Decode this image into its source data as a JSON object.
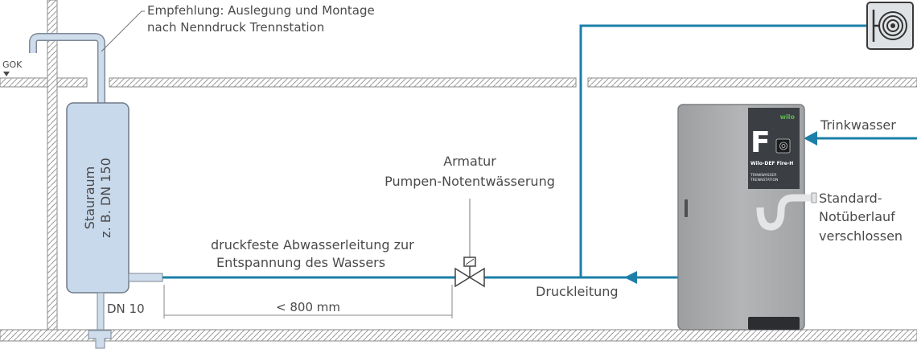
{
  "labels": {
    "recommendation_line1": "Empfehlung: Auslegung und Montage",
    "recommendation_line2": "nach Nenndruck Trennstation",
    "gok": "GOK",
    "stauraum_line1": "Stauraum",
    "stauraum_line2": "z. B. DN 150",
    "dn10": "DN 10",
    "distance": "< 800 mm",
    "abwasser_line1": "druckfeste Abwasserleitung zur",
    "abwasser_line2": "Entspannung des Wassers",
    "armatur_line1": "Armatur",
    "armatur_line2": "Pumpen-Notentwässerung",
    "druckleitung": "Druckleitung",
    "trinkwasser": "Trinkwasser",
    "overflow_line1": "Standard-",
    "overflow_line2": "Notüberlauf",
    "overflow_line3": "verschlossen"
  },
  "unit": {
    "brand": "wilo",
    "letter": "F",
    "model": "Wilo-DEF Fire-H",
    "subtitle_line1": "TRINKWASSER",
    "subtitle_line2": "TRENNSTATION"
  },
  "colors": {
    "pipe_blue": "#1b7fa8",
    "tank_fill": "#c9d9ec",
    "cabinet_grey": "#a6a8aa",
    "panel_dark": "#3b3f44",
    "brand_green": "#5db84e",
    "text_grey": "#4a4a4a"
  },
  "icons": [
    "fire-hose-icon",
    "valve-icon",
    "arrow-left-icon",
    "overflow-siphon-icon"
  ]
}
